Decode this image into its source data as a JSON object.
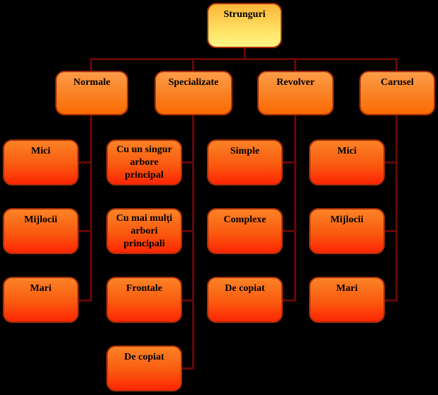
{
  "colors": {
    "background": "#000000",
    "connector": "#650707",
    "node_border": "#A93008",
    "root_gradient_top": "#FBB636",
    "root_gradient_bottom": "#FFF485",
    "branch_gradient_top": "#FC9C48",
    "branch_gradient_bottom": "#F96A02",
    "leaf_gradient_top": "#FB8326",
    "leaf_gradient_bottom": "#FD2503",
    "text": "#000000"
  },
  "root": {
    "label": "Strunguri"
  },
  "branches": [
    {
      "label": "Normale",
      "children": [
        "Mici",
        "Mijlocii",
        "Mari"
      ]
    },
    {
      "label": "Specializate",
      "children": [
        "Cu un singur arbore principal",
        "Cu mai mulţi arbori principali",
        "Frontale",
        "De copiat"
      ]
    },
    {
      "label": "Revolver",
      "children": [
        "Simple",
        "Complexe",
        "De copiat"
      ]
    },
    {
      "label": "Carusel",
      "children": [
        "Mici",
        "Mijlocii",
        "Mari"
      ]
    }
  ]
}
